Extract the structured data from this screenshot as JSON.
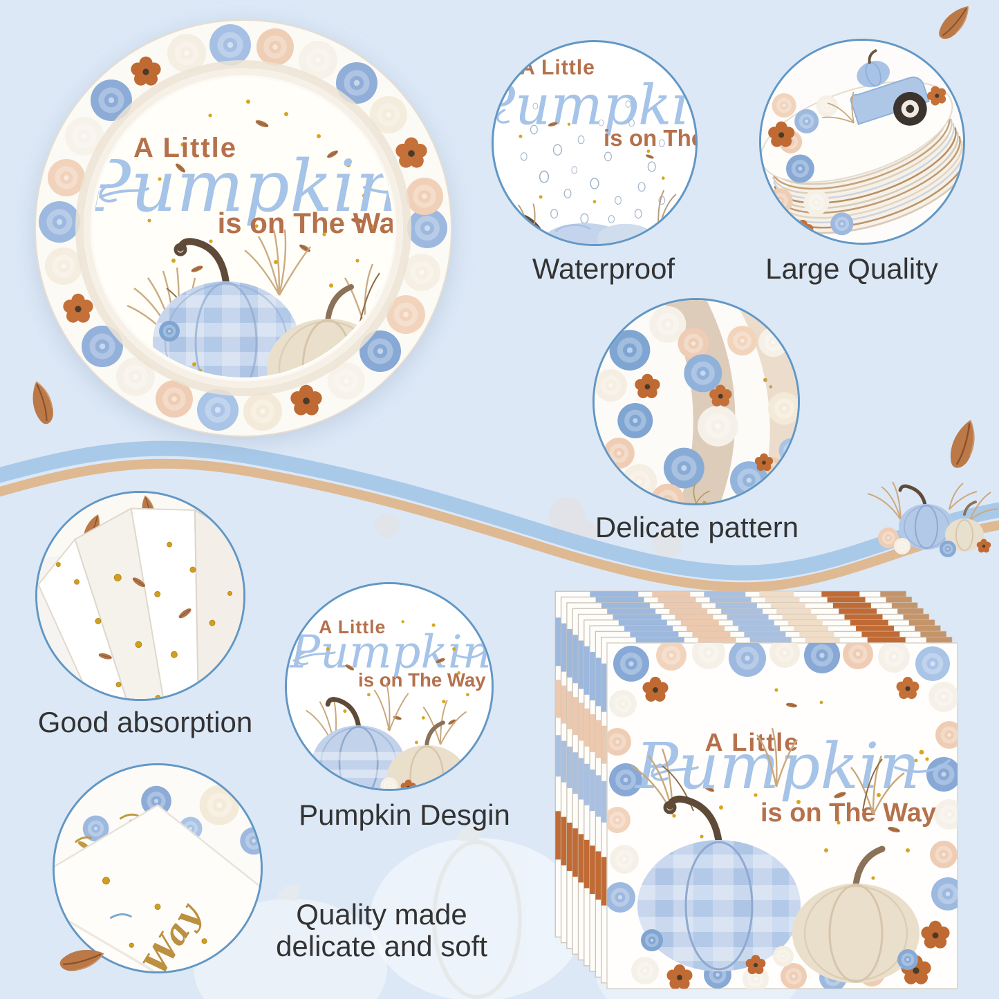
{
  "design_text": {
    "line1": "A Little",
    "line2": "Pumpkin",
    "line3": "is on The Way"
  },
  "callouts": {
    "waterproof": {
      "label": "Waterproof",
      "partial_line3": "is on The"
    },
    "large_quality": {
      "label": "Large Quality"
    },
    "delicate_pattern": {
      "label": "Delicate pattern"
    },
    "good_absorption": {
      "label": "Good absorption"
    },
    "pumpkin_design": {
      "label": "Pumpkin Desgin"
    },
    "soft_quality": {
      "label_line1": "Quality made",
      "label_line2": "delicate and soft",
      "closeup_text": "Way"
    }
  },
  "colors": {
    "background": "#dce8f6",
    "ribbon_blue": "#a9c9e9",
    "ribbon_tan": "#dfb992",
    "circle_stroke": "#6297c4",
    "label_gray": "#333333",
    "text_brown": "#b5714c",
    "script_blue": "#a6c3e8",
    "gold_dot": "#d7a51e",
    "pumpkin_blue": "#b3c9e8",
    "pumpkin_cream": "#e9dfcd"
  }
}
